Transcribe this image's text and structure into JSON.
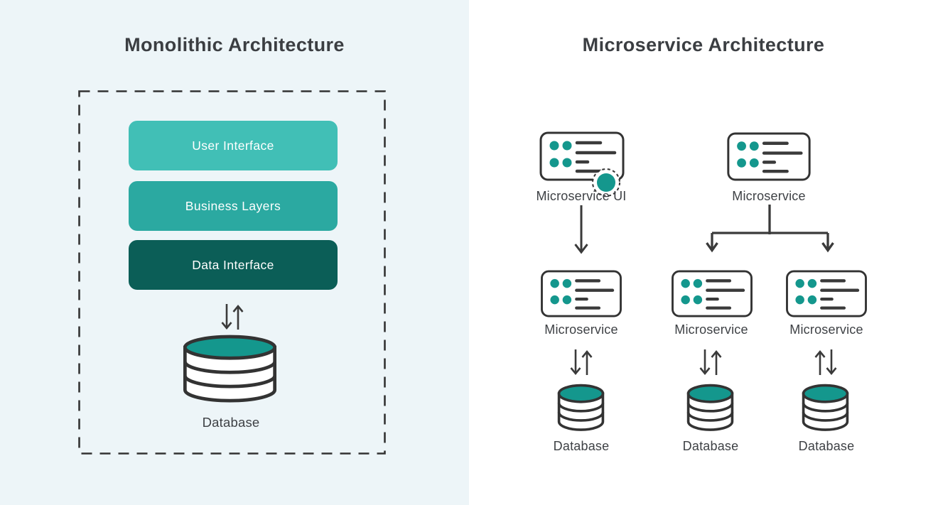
{
  "colors": {
    "background_left": "#EDF5F8",
    "background_right": "#FFFFFF",
    "title_text": "#3B3E42",
    "label_text": "#3E4145",
    "outline_dark": "#333333",
    "arrow_dark": "#3A3A3A",
    "teal_icon": "#14978D",
    "layer_user_interface": "#41BFB6",
    "layer_business_layers": "#2BA9A1",
    "layer_data_interface": "#0B5E57"
  },
  "icons": {
    "microservice_card": "rounded card with teal dots and dark text lines",
    "database": "cylinder with teal top ellipse",
    "sync_arrows": "paired up/down thin arrows",
    "down_arrow": "straight down arrow",
    "branch_connector": "T-branch splitting into two down arrows",
    "ui_badge": "teal circle inside dashed ring"
  },
  "monolithic": {
    "title": "Monolithic Architecture",
    "layers": [
      {
        "label": "User Interface",
        "color": "#41BFB6"
      },
      {
        "label": "Business Layers",
        "color": "#2BA9A1"
      },
      {
        "label": "Data Interface",
        "color": "#0B5E57"
      }
    ],
    "database_label": "Database"
  },
  "microservice": {
    "title": "Microservice Architecture",
    "top_nodes": [
      {
        "label": "Microservice UI",
        "badge": true
      },
      {
        "label": "Microservice",
        "badge": false
      }
    ],
    "middle_nodes": [
      {
        "label": "Microservice"
      },
      {
        "label": "Microservice"
      },
      {
        "label": "Microservice"
      }
    ],
    "databases": [
      {
        "label": "Database"
      },
      {
        "label": "Database"
      },
      {
        "label": "Database"
      }
    ]
  }
}
